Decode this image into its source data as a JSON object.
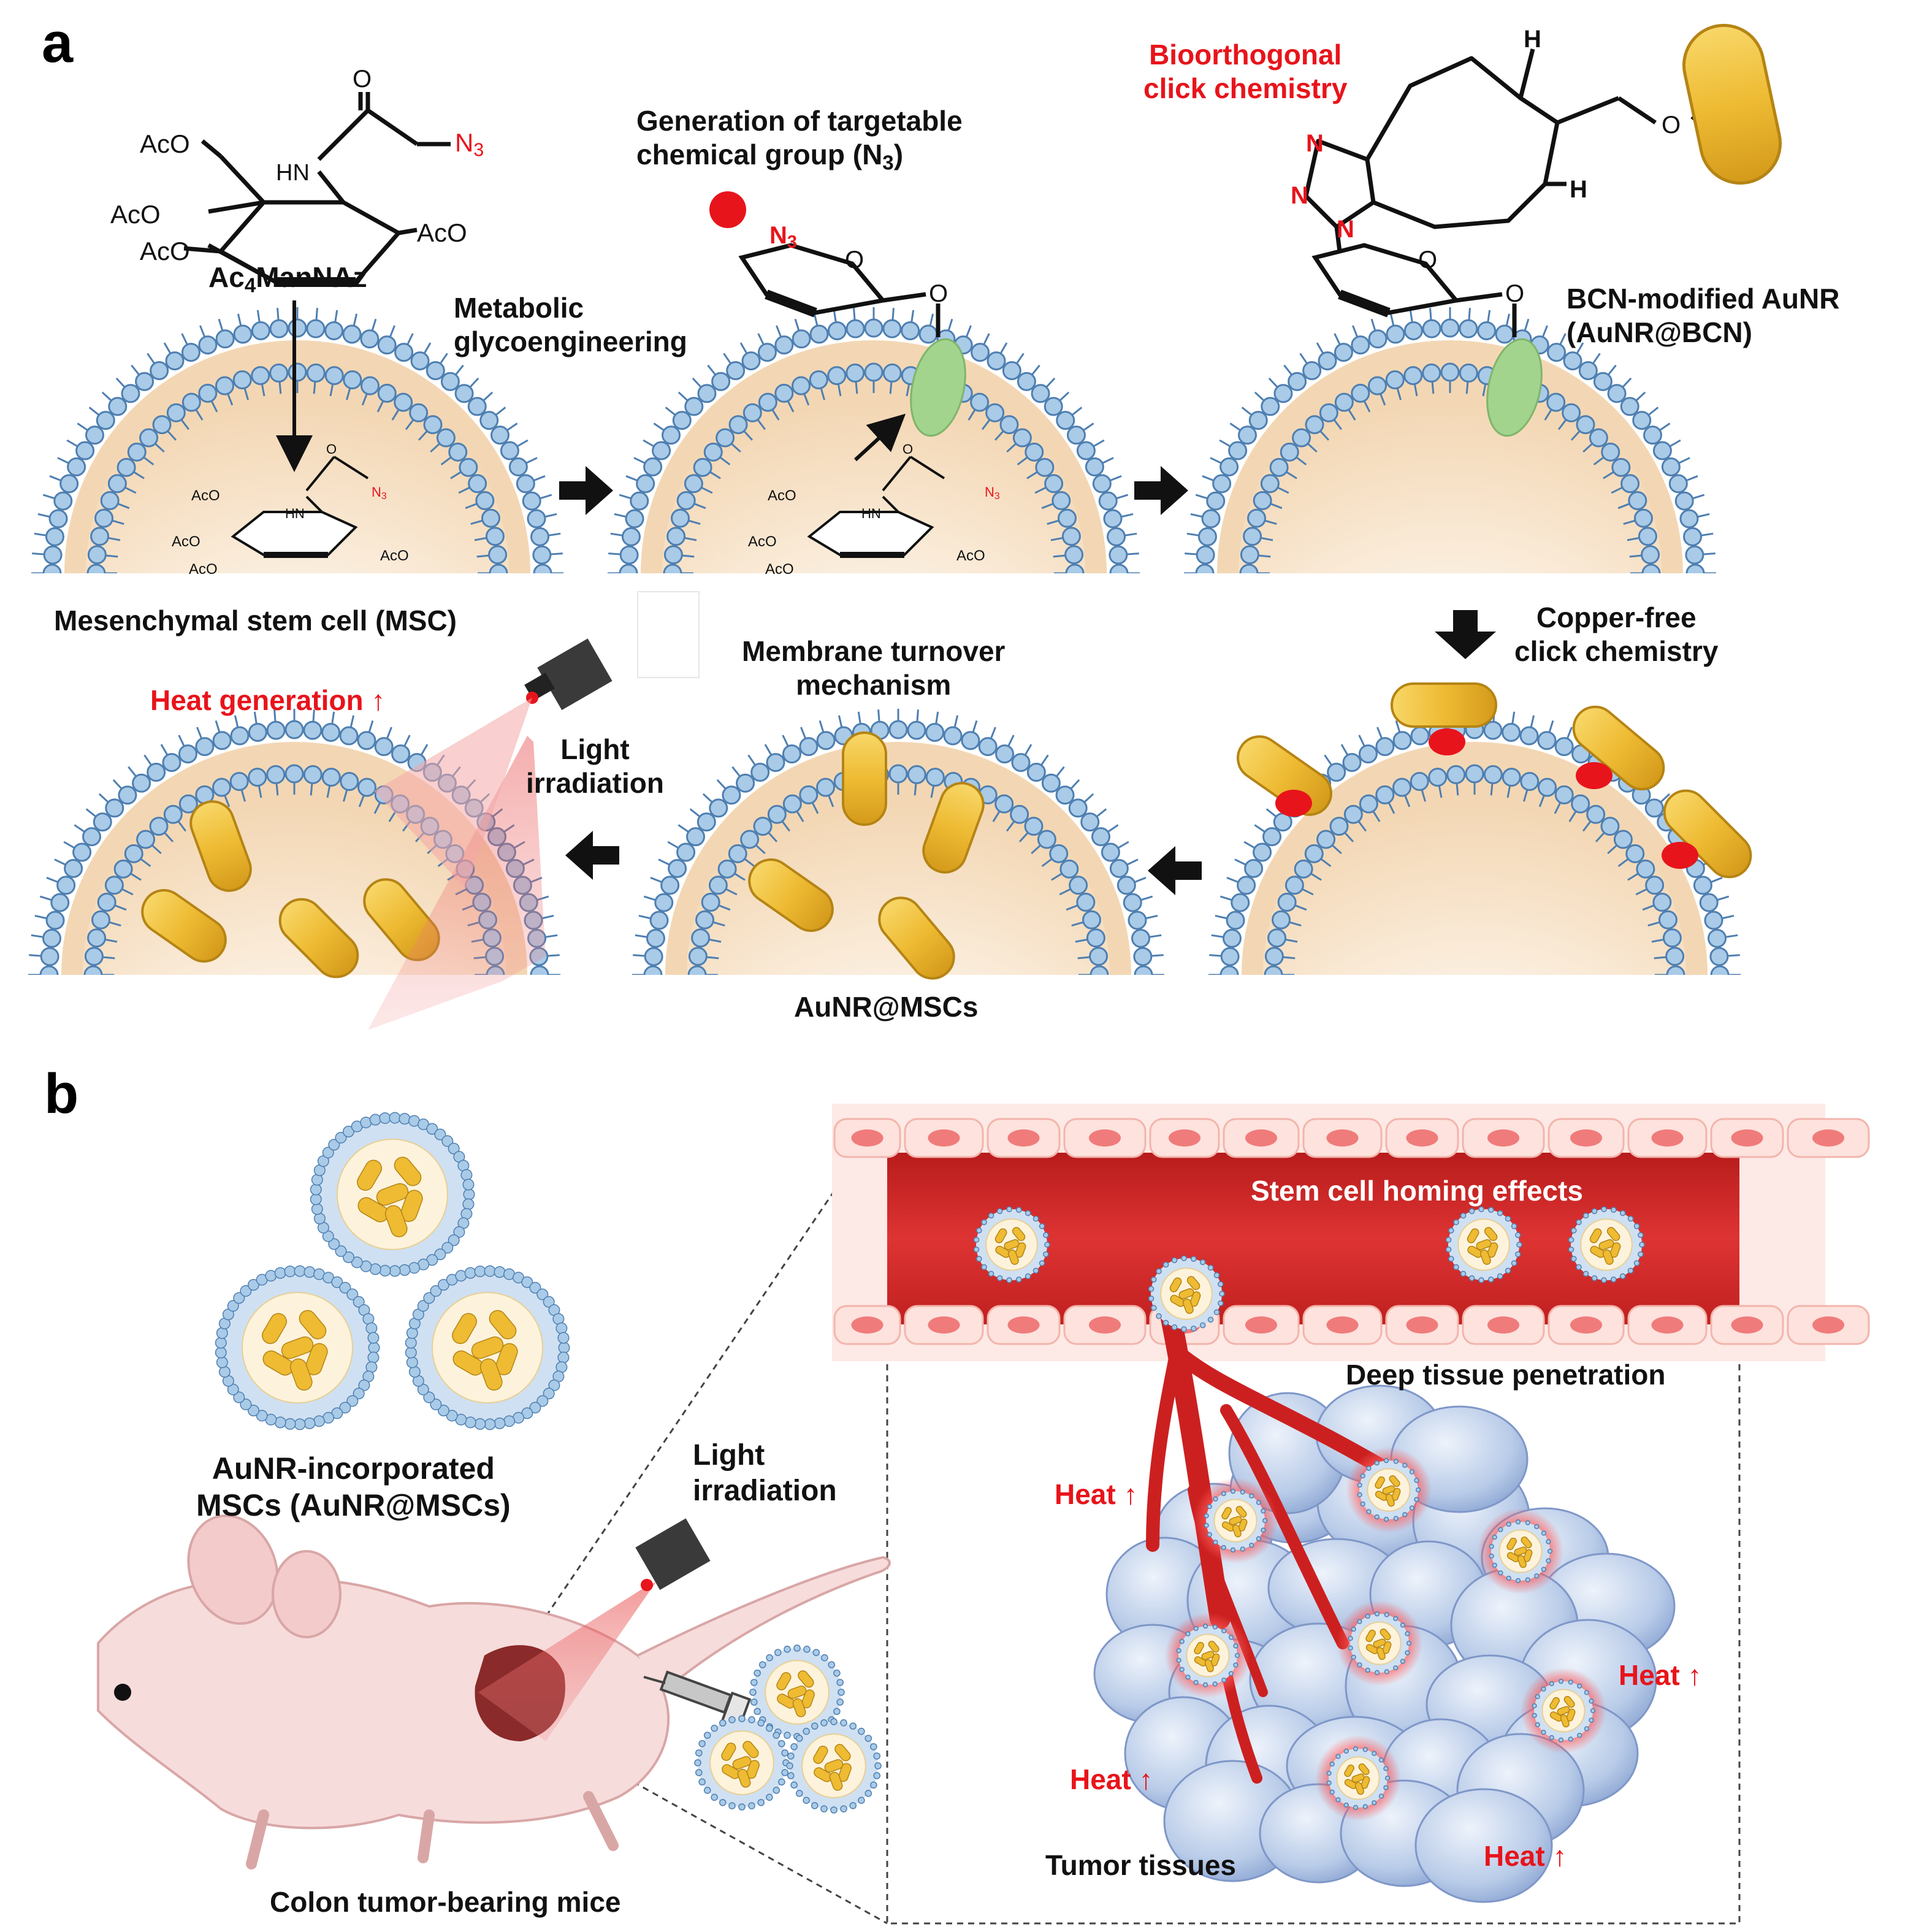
{
  "panel_a": {
    "letter": "a",
    "ac4mannaz": {
      "prefix": "Ac",
      "sub": "4",
      "suffix": "ManNAz"
    },
    "aco": "AcO",
    "hn": "HN",
    "o": "O",
    "n3": {
      "main": "N",
      "sub": "3"
    },
    "h": "H",
    "n": "N",
    "metabolic": [
      "Metabolic",
      "glycoengineering"
    ],
    "generation": {
      "line1": "Generation of targetable",
      "line2_main": "chemical group (N",
      "line2_sub": "3",
      "line2_end": ")"
    },
    "bioorthogonal": [
      "Bioorthogonal",
      "click chemistry"
    ],
    "bcn_aunr": [
      "BCN-modified AuNR",
      "(AuNR@BCN)"
    ],
    "msc_label": "Mesenchymal stem cell (MSC)",
    "copper_free": [
      "Copper-free",
      "click chemistry"
    ],
    "membrane_turnover": [
      "Membrane turnover",
      "mechanism"
    ],
    "heat_generation": "Heat generation",
    "light_irradiation": [
      "Light",
      "irradiation"
    ],
    "aunr_mscs": "AuNR@MSCs"
  },
  "panel_b": {
    "letter": "b",
    "aunr_incorporated": [
      "AuNR-incorporated",
      "MSCs (AuNR@MSCs)"
    ],
    "light_irradiation": [
      "Light",
      "irradiation"
    ],
    "colon_mice": "Colon tumor-bearing mice",
    "homing": "Stem cell homing effects",
    "deep_tissue": "Deep tissue penetration",
    "heat": "Heat",
    "tumor_tissues": "Tumor tissues"
  },
  "colors": {
    "lipid_head": "#a9cbe8",
    "lipid_stroke": "#4f7fb0",
    "cytoplasm": "#f6e2c9",
    "aunr_fill": "#eebb33",
    "aunr_stroke": "#b58414",
    "red_accent": "#e8141b",
    "protein_green": "#a3d48e",
    "vessel": "#d42a2a",
    "tumor_cell": "#b6c8e6",
    "mouse_skin": "#f7dcdc"
  }
}
